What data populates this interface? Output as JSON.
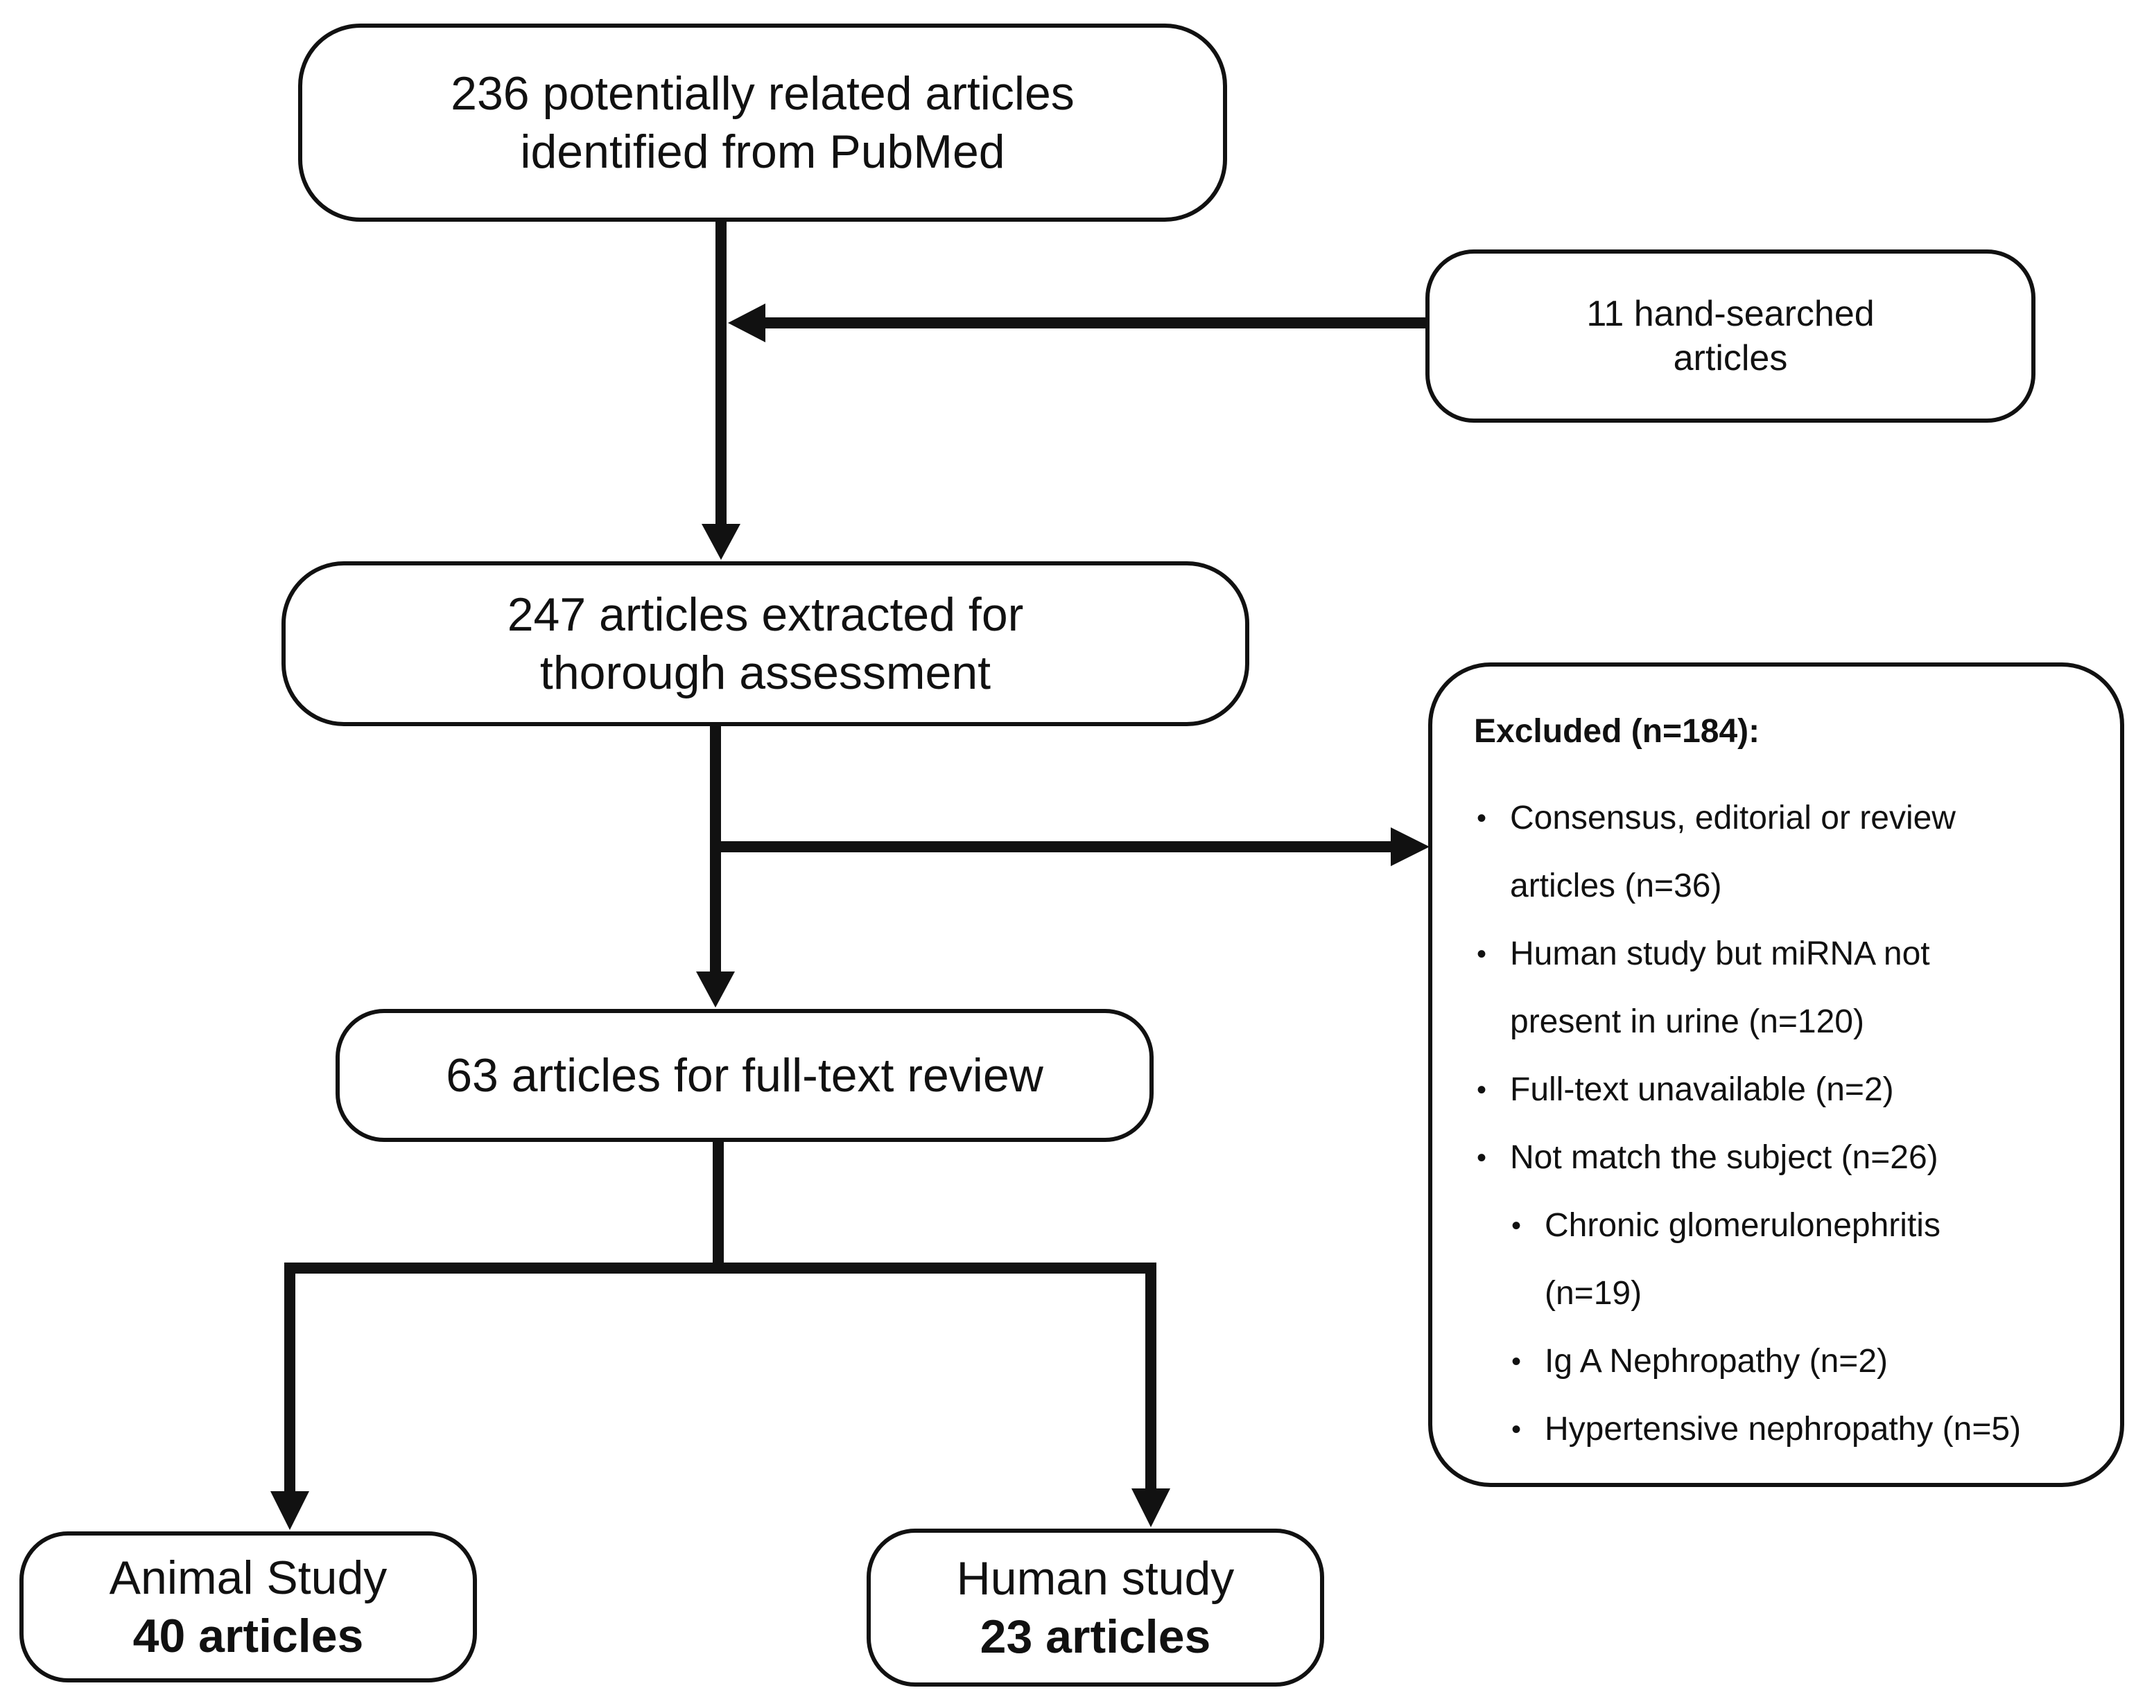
{
  "boxes": {
    "pubmed": {
      "line1": "236 potentially related articles",
      "line2": "identified from PubMed"
    },
    "hand_searched": {
      "line1": "11 hand-searched",
      "line2": "articles"
    },
    "extracted": {
      "line1": "247 articles extracted for",
      "line2": "thorough assessment"
    },
    "fulltext": {
      "line1": "63 articles for full-text review"
    },
    "animal": {
      "line1": "Animal Study",
      "line2": "40 articles"
    },
    "human": {
      "line1": "Human study",
      "line2": "23 articles"
    }
  },
  "excluded": {
    "title": "Excluded (n=184):",
    "items": [
      {
        "text": "Consensus, editorial or review articles (n=36)",
        "level": 1
      },
      {
        "text": "Human study but miRNA not present in urine (n=120)",
        "level": 1
      },
      {
        "text": "Full-text unavailable (n=2)",
        "level": 1
      },
      {
        "text": "Not match the subject (n=26)",
        "level": 1
      },
      {
        "text": "Chronic glomerulonephritis (n=19)",
        "level": 2
      },
      {
        "text": "Ig A Nephropathy (n=2)",
        "level": 2
      },
      {
        "text": "Hypertensive nephropathy (n=5)",
        "level": 2
      }
    ]
  },
  "colors": {
    "stroke": "#111111",
    "background": "#ffffff",
    "text": "#111111"
  }
}
